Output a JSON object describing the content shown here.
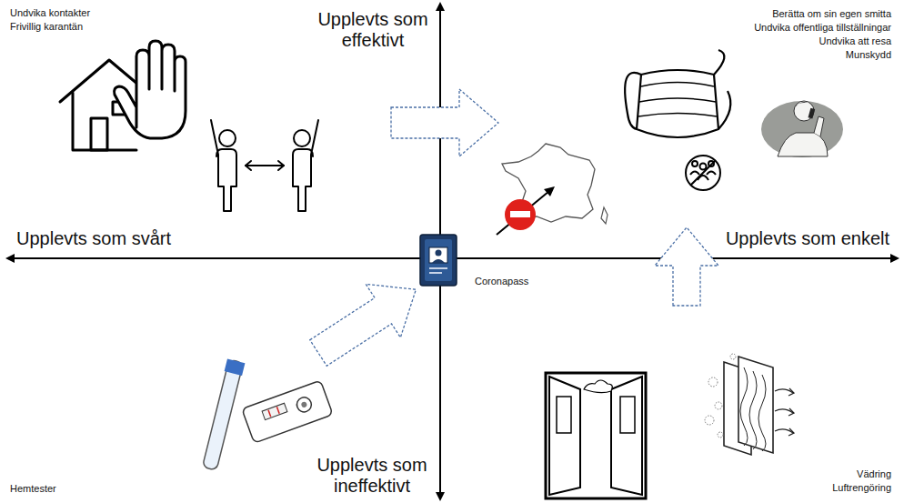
{
  "diagram": {
    "labels": [
      "Undvika kontakter",
      "Frivillig karantän",
      "Upplevts som effektivt",
      "Berätta om sin egen smitta",
      "Undvika offentliga tillställningar",
      "Undvika att resa",
      "Munskydd",
      "Upplevts som svårt",
      "Upplevts som enkelt",
      "Coronapass",
      "Hemtester",
      "Upplevts som ineffektivt",
      "Vädring",
      "Luftrengöring"
    ]
  }
}
